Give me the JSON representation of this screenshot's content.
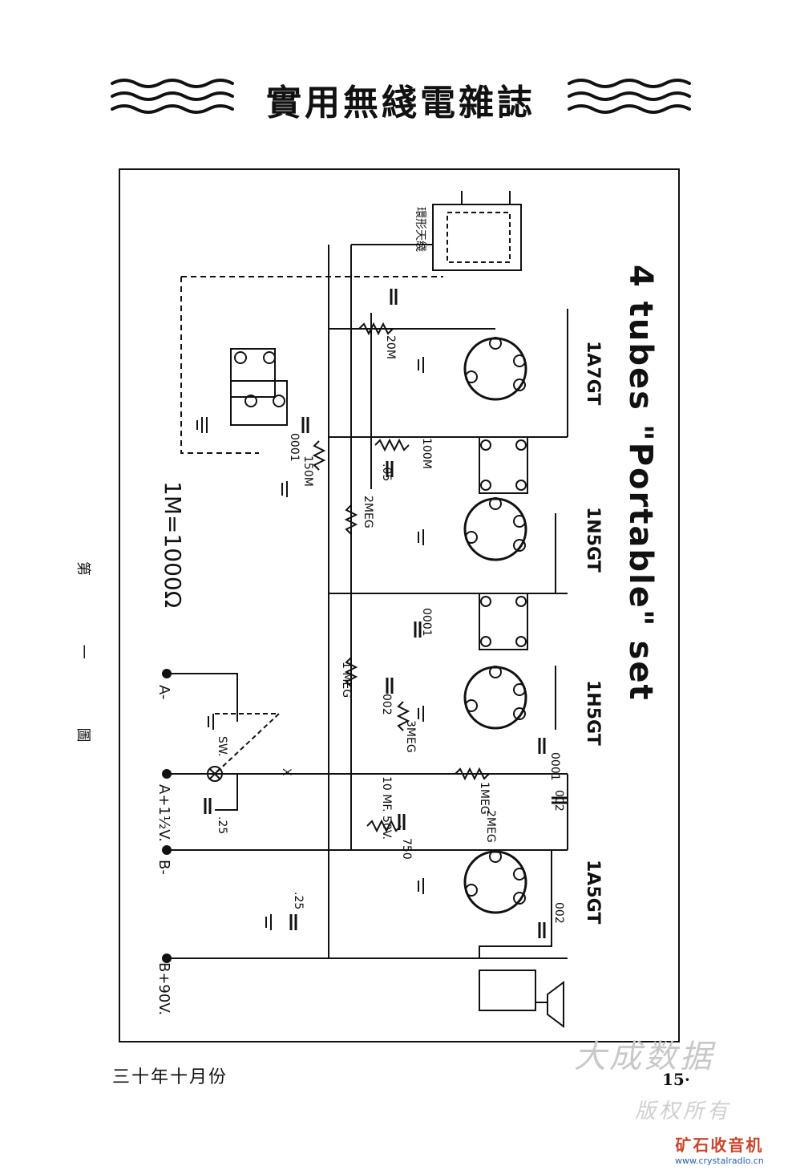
{
  "header": {
    "title": "實用無綫電雜誌"
  },
  "diagram": {
    "title": "4 tubes \"Portable\" set",
    "unit_note": "1M=1000Ω",
    "figure_caption": "第 一 圖",
    "tubes": [
      "1A7GT",
      "1N5GT",
      "1H5GT",
      "1A5GT"
    ],
    "terminals": [
      "A-",
      "A+1½V.",
      "B-",
      "B+90V."
    ],
    "components": {
      "loop_antenna_label": "環形天綫",
      "r_20m": "20M",
      "c_0001_osc": "0001",
      "r_150m": "150M",
      "r_100m": "100M",
      "c_05": ".05",
      "r_2meg_rf": "2MEG",
      "c_0001_if": "0001",
      "pot_1meg": "1 MEG",
      "c_002_det": "002",
      "r_3meg": "3MEG",
      "c_0001_out": "0001",
      "r_1meg_load": "1MEG",
      "c_002_coupling": "002",
      "cap_10mf": "10 MF. 50V.",
      "r_2meg_grid": "2MEG",
      "r_750": "750",
      "c_002_plate": "002",
      "c_25_filament": ".25",
      "c_25_b": ".25",
      "switch": "SW.",
      "x_mark": "X"
    }
  },
  "footer": {
    "date": "三十年十月份",
    "page_number": "15·"
  },
  "watermarks": {
    "line1": "大成数据",
    "line2": "版权所有"
  },
  "logo": {
    "name": "矿石收音机",
    "url": "www.crystalradio.cn"
  }
}
